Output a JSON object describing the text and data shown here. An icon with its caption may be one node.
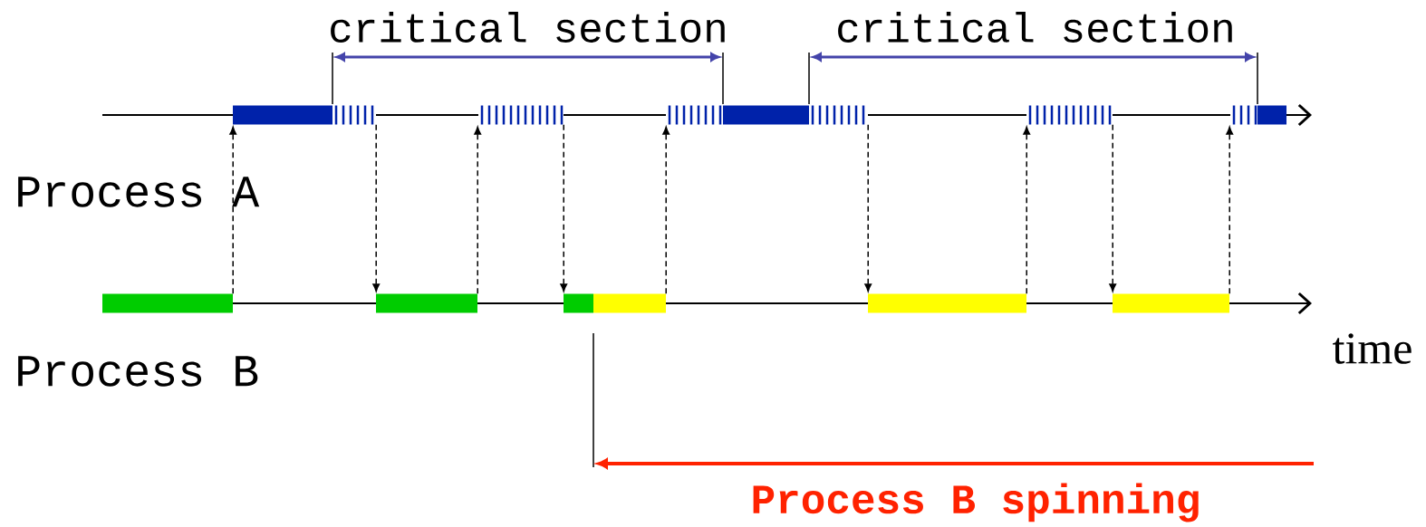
{
  "diagram": {
    "nodes": [
      {
        "text": [],
        "shape": "bar"
      },
      {
        "text": [],
        "shape": "bar"
      },
      {
        "text": [],
        "shape": "bar"
      },
      {
        "text": [],
        "shape": "bar"
      },
      {
        "text": [],
        "shape": "bar"
      },
      {
        "text": [],
        "shape": "bar"
      },
      {
        "text": [],
        "shape": "bar"
      },
      {
        "text": [],
        "shape": "bar"
      },
      {
        "text": [],
        "shape": "bar"
      },
      {
        "text": [],
        "shape": "bar"
      }
    ],
    "edges": [
      {
        "from": 5,
        "to": 0,
        "arrow": "to",
        "style": "dashed"
      },
      {
        "from": 0,
        "to": 6,
        "arrow": "to",
        "style": "dashed"
      },
      {
        "from": 6,
        "to": 1,
        "arrow": "to",
        "style": "dashed"
      },
      {
        "from": 1,
        "to": 7,
        "arrow": "to",
        "style": "dashed"
      },
      {
        "from": 7,
        "to": 2,
        "arrow": "to",
        "style": "dashed"
      },
      {
        "from": 2,
        "to": 8,
        "arrow": "to",
        "style": "dashed"
      },
      {
        "from": 8,
        "to": 3,
        "arrow": "to",
        "style": "dashed"
      },
      {
        "from": 3,
        "to": 9,
        "arrow": "to",
        "style": "dashed"
      },
      {
        "from": 9,
        "to": 4,
        "arrow": "to",
        "style": "dashed"
      }
    ],
    "labels": [
      "critical section",
      "critical section",
      "Process A",
      "time",
      "Process B",
      "Process B spinning"
    ]
  }
}
